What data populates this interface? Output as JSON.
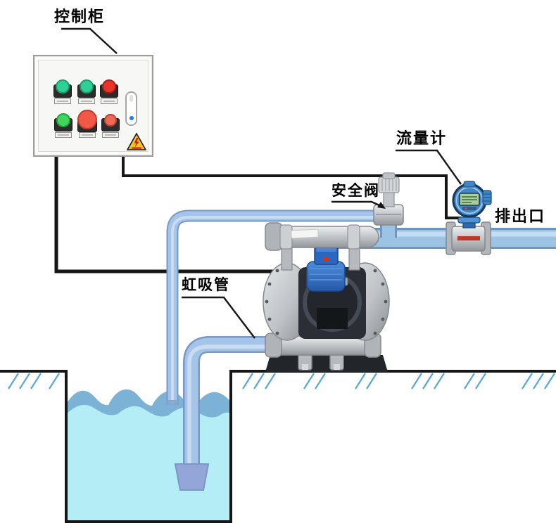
{
  "diagram": {
    "labels": {
      "control_cabinet": "控制柜",
      "flow_meter": "流量计",
      "safety_valve": "安全阀",
      "discharge_outlet": "排出口",
      "siphon_pipe": "虹吸管"
    },
    "colors": {
      "pipe_fill": "#a5c5e8",
      "pipe_edge": "#7898c6",
      "discharge_fill": "#9cc2e4",
      "water_light": "#b4edf6",
      "water_wave": "#7cb2d6",
      "strainer": "#94a6d7",
      "cable_black": "#161616",
      "hatch_blue": "#57a8db",
      "metal_silver": "#c6c9cc",
      "motor_blue": "#2f6fc4",
      "meter_blue": "#3e86c8",
      "lcd_green": "#a8cf9a",
      "button_green_top": "#2fd096",
      "button_red_top": "#e8342a",
      "button_green_bottom": "#3fd65e",
      "emergency_red": "#f25848",
      "button_orange_red": "#ee6a55",
      "warning_yellow": "#f3c41c"
    }
  }
}
